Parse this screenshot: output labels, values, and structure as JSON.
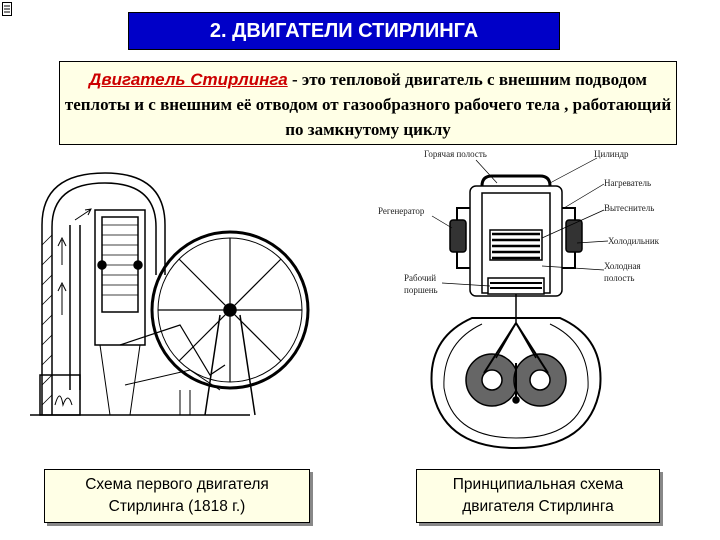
{
  "title": "2. ДВИГАТЕЛИ СТИРЛИНГА",
  "definition": {
    "term": "Двигатель Стирлинга",
    "text": " - это тепловой двигатель с внешним подводом теплоты и с внешним её отводом от газообразного рабочего тела , работающий по замкнутому циклу"
  },
  "left_caption": {
    "line1": "Схема первого двигателя",
    "line2": "Стирлинга (1818 г.)"
  },
  "right_caption": {
    "line1": "Принципиальная схема",
    "line2": "двигателя Стирлинга"
  },
  "diagram_labels": {
    "hot_cavity": "Горячая полость",
    "cylinder": "Цилиндр",
    "heater": "Нагреватель",
    "displacer": "Вытеснитель",
    "cooler": "Холодильник",
    "cold_cavity_1": "Холодная",
    "cold_cavity_2": "полость",
    "regenerator": "Регенератор",
    "piston_1": "Рабочий",
    "piston_2": "поршень"
  }
}
